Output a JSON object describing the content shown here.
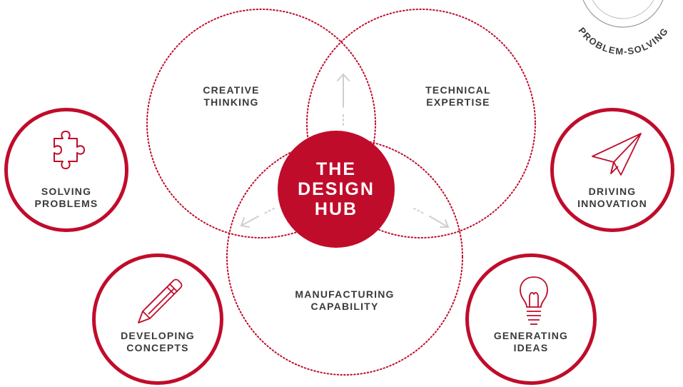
{
  "hub": {
    "lines": [
      "THE",
      "DESIGN",
      "HUB"
    ]
  },
  "venn": {
    "creative": [
      "CREATIVE",
      "THINKING"
    ],
    "technical": [
      "TECHNICAL",
      "EXPERTISE"
    ],
    "manufacturing": [
      "MANUFACTURING",
      "CAPABILITY"
    ]
  },
  "outcomes": {
    "solving": {
      "lines": [
        "SOLVING",
        "PROBLEMS"
      ],
      "icon": "puzzle-icon"
    },
    "driving": {
      "lines": [
        "DRIVING",
        "INNOVATION"
      ],
      "icon": "paper-plane-icon"
    },
    "developing": {
      "lines": [
        "DEVELOPING",
        "CONCEPTS"
      ],
      "icon": "pencil-icon"
    },
    "generating": {
      "lines": [
        "GENERATING",
        "IDEAS"
      ],
      "icon": "lightbulb-icon"
    }
  },
  "badge": {
    "text": "PROBLEM-SOLVING"
  },
  "colors": {
    "accent": "#c00c2b",
    "text": "#3a3a3a",
    "arrow": "#cfcfcf"
  }
}
